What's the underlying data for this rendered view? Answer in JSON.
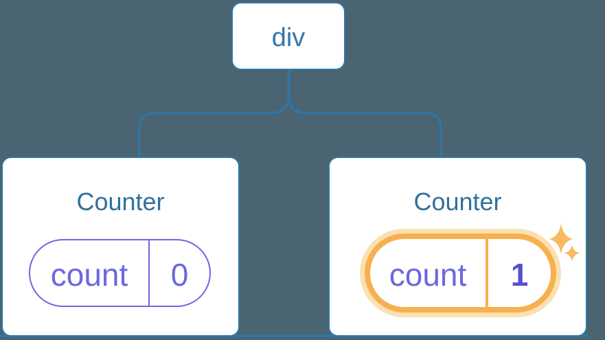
{
  "diagram": {
    "root_label": "div",
    "left_counter": {
      "title": "Counter",
      "state_key": "count",
      "state_value": "0",
      "highlighted": false
    },
    "right_counter": {
      "title": "Counter",
      "state_key": "count",
      "state_value": "1",
      "highlighted": true
    }
  },
  "colors": {
    "background": "#4A6471",
    "line_blue": "#2F76A5",
    "title_blue": "#30719C",
    "node_label_blue": "#3578A8",
    "state_purple": "#6B68DF",
    "state_value_purple": "#5551CB",
    "highlight_orange": "#F6B050",
    "highlight_glow": "#FAE0B2",
    "sparkle_orange": "#F7BA61",
    "card_white": "#FFFFFF"
  }
}
